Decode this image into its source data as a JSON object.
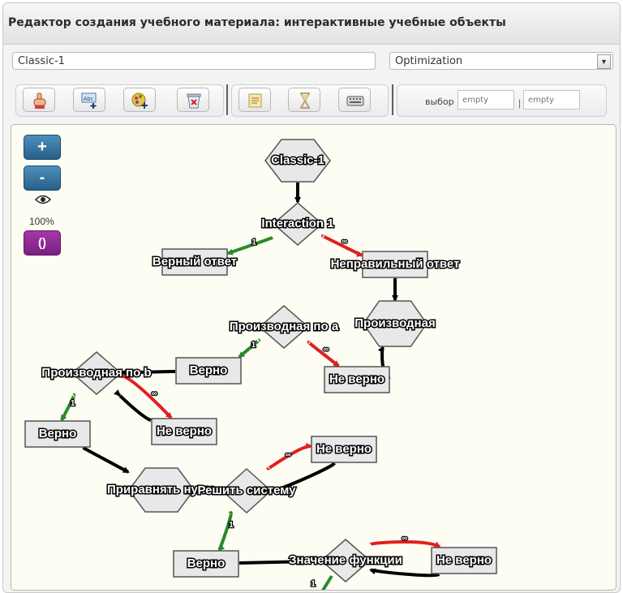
{
  "window": {
    "title": "Редактор создания учебного материала: интерактивные учебные объекты"
  },
  "editor": {
    "name_value": "Classic-1",
    "mode_value": "Optimization"
  },
  "toolbar": {
    "buttons": [
      {
        "icon": "hand-pointer-icon"
      },
      {
        "icon": "add-text-icon"
      },
      {
        "icon": "add-palette-icon"
      },
      {
        "icon": "delete-bin-icon"
      },
      {
        "icon": "scroll-icon"
      },
      {
        "icon": "hourglass-icon"
      },
      {
        "icon": "keyboard-icon"
      }
    ],
    "selection_label": "выбор",
    "selection_from_placeholder": "empty",
    "selection_to_placeholder": "empty",
    "selection_separator": "|"
  },
  "zoom": {
    "in_label": "+",
    "out_label": "-",
    "level": "100%",
    "layout_label": "()"
  },
  "graph": {
    "nodes": [
      {
        "id": "n1",
        "label": "Classic-1",
        "shape": "hexagon"
      },
      {
        "id": "n2",
        "label": "Interaction 1",
        "shape": "diamond"
      },
      {
        "id": "n3",
        "label": "Верный ответ",
        "shape": "rect"
      },
      {
        "id": "n4",
        "label": "Неправильный ответ",
        "shape": "rect"
      },
      {
        "id": "n5",
        "label": "Производная",
        "shape": "hexagon"
      },
      {
        "id": "n6",
        "label": "Производная по a",
        "shape": "diamond"
      },
      {
        "id": "n7",
        "label": "Верно",
        "shape": "rect"
      },
      {
        "id": "n8",
        "label": "Не верно",
        "shape": "rect"
      },
      {
        "id": "n9",
        "label": "Производная по b",
        "shape": "diamond"
      },
      {
        "id": "n10",
        "label": "Верно",
        "shape": "rect"
      },
      {
        "id": "n11",
        "label": "Не верно",
        "shape": "rect"
      },
      {
        "id": "n12",
        "label": "Приравнять нулю",
        "shape": "hexagon"
      },
      {
        "id": "n13",
        "label": "Решить систему",
        "shape": "diamond"
      },
      {
        "id": "n14",
        "label": "Не верно",
        "shape": "rect"
      },
      {
        "id": "n15",
        "label": "Верно",
        "shape": "rect"
      },
      {
        "id": "n16",
        "label": "Значение функции",
        "shape": "diamond"
      },
      {
        "id": "n17",
        "label": "Не верно",
        "shape": "rect"
      }
    ],
    "edges": [
      {
        "from": "n1",
        "to": "n2",
        "label": "",
        "color": "#000000"
      },
      {
        "from": "n2",
        "to": "n3",
        "label": "1",
        "color": "#2a8a2a"
      },
      {
        "from": "n2",
        "to": "n4",
        "label": "∞",
        "color": "#e02020"
      },
      {
        "from": "n4",
        "to": "n5",
        "label": "",
        "color": "#000000"
      },
      {
        "from": "n6",
        "to": "n7",
        "label": "1",
        "color": "#2a8a2a"
      },
      {
        "from": "n6",
        "to": "n8",
        "label": "∞",
        "color": "#e02020"
      },
      {
        "from": "n8",
        "to": "n5",
        "label": "",
        "color": "#000000"
      },
      {
        "from": "n7",
        "to": "n9",
        "label": "",
        "color": "#000000"
      },
      {
        "from": "n9",
        "to": "n10",
        "label": "1",
        "color": "#2a8a2a"
      },
      {
        "from": "n9",
        "to": "n11",
        "label": "∞",
        "color": "#e02020"
      },
      {
        "from": "n11",
        "to": "n9",
        "label": "",
        "color": "#000000"
      },
      {
        "from": "n10",
        "to": "n12",
        "label": "",
        "color": "#000000"
      },
      {
        "from": "n13",
        "to": "n14",
        "label": "∞",
        "color": "#e02020"
      },
      {
        "from": "n14",
        "to": "n13",
        "label": "",
        "color": "#000000"
      },
      {
        "from": "n13",
        "to": "n15",
        "label": "1",
        "color": "#2a8a2a"
      },
      {
        "from": "n15",
        "to": "n16",
        "label": "",
        "color": "#000000"
      },
      {
        "from": "n16",
        "to": "n17",
        "label": "∞",
        "color": "#e02020"
      },
      {
        "from": "n17",
        "to": "n16",
        "label": "",
        "color": "#000000"
      },
      {
        "from": "n16",
        "to": "n16",
        "label": "1",
        "color": "#2a8a2a"
      }
    ]
  },
  "colors": {
    "correct_edge": "#2a8a2a",
    "wrong_edge": "#e02020",
    "flow_edge": "#000000",
    "node_fill": "#e8e8e8",
    "canvas_bg": "#fdfdf3",
    "zoom_button": "#2f6d99",
    "layout_button": "#8e2a93"
  }
}
